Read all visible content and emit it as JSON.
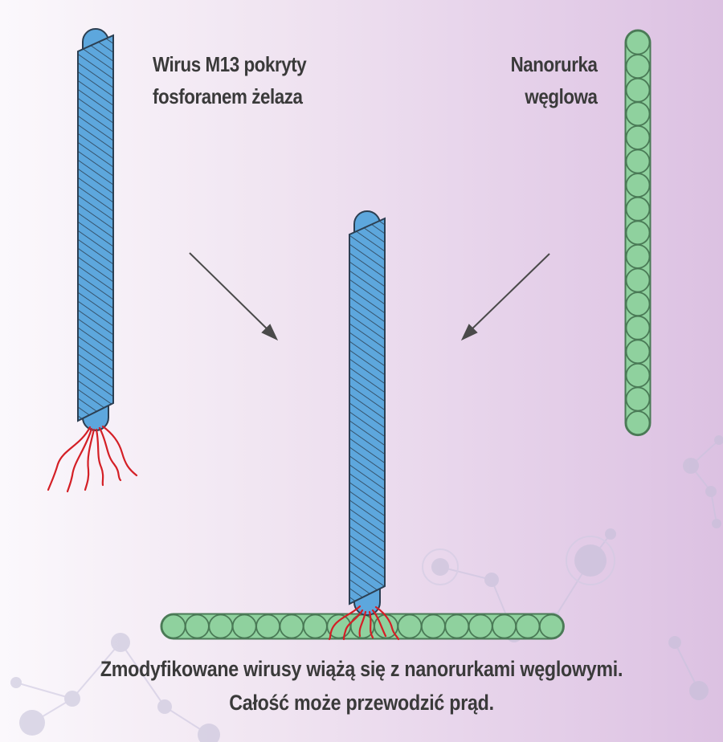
{
  "labels": {
    "virus_line1": "Wirus M13 pokryty",
    "virus_line2": "fosforanem żelaza",
    "nanotube_line1": "Nanorurka",
    "nanotube_line2": "węglowa"
  },
  "caption": {
    "line1": "Zmodyfikowane wirusy wiążą się z nanorurkami węglowymi.",
    "line2": "Całość może przewodzić prąd."
  },
  "colors": {
    "virus_body": "#5da7dd",
    "virus_outline": "#2c3f52",
    "virus_stripes": "#2c3f52",
    "protein_tails": "#d41f26",
    "nanotube_fill": "#8fd19e",
    "nanotube_outline": "#4a7a56",
    "arrow": "#4a4a4a",
    "text": "#3a3a3a"
  }
}
